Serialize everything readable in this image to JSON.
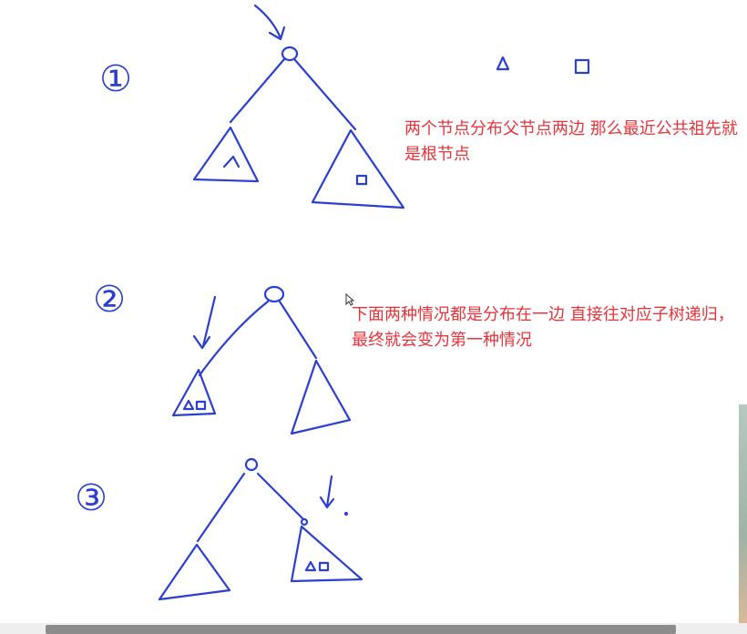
{
  "colors": {
    "ink": "#2b3fd0",
    "note": "#e8333a",
    "scrollbar": "#8c8c8c"
  },
  "case_labels": [
    "①",
    "②",
    "③"
  ],
  "notes": {
    "case1": "两个节点分布父节点两边 那么最近公共祖先就是根节点",
    "case23": "下面两种情况都是分布在一边 直接往对应子树递归，最终就会变为第一种情况"
  },
  "icons": [
    "arrow-pointer-icon"
  ]
}
